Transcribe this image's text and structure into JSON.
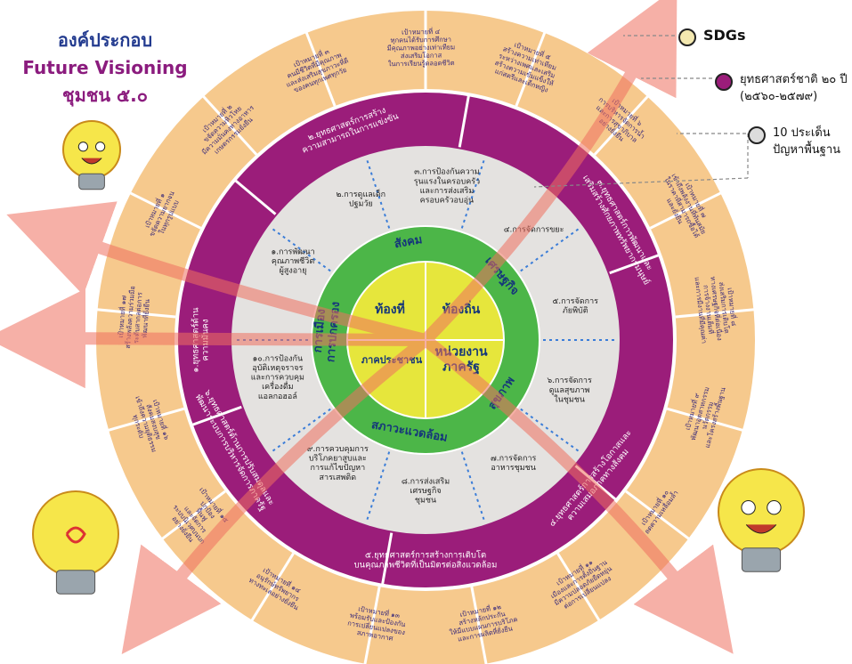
{
  "title": {
    "line1": "องค์ประกอบ",
    "line2": "Future Visioning",
    "line3": "ชุมชน ๕.๐"
  },
  "legend": [
    {
      "text": "SDGs",
      "color": "#f3e8b0"
    },
    {
      "text": "ยุทธศาสตร์ชาติ ๒๐ ปี (๒๕๖๐-๒๕๗๙)",
      "color": "#9b1d7a"
    },
    {
      "text": "10 ประเด็น ปัญหาพื้นฐาน",
      "color": "#dcdcdc"
    }
  ],
  "center": {
    "quadrants": [
      "ท้องที่",
      "ท้องถิ่น",
      "ภาคประชาชน",
      "หน่วยงาน ภาครัฐ"
    ]
  },
  "green_ring": [
    "สังคม",
    "เศรษฐกิจ",
    "สุขภาพ",
    "สภาวะแวดล้อม",
    "การเมือง การปกครอง"
  ],
  "issues": [
    "๑.การพัฒนา คุณภาพชีวิต ผู้สูงอายุ",
    "๒.การดูแลเด็ก ปฐมวัย",
    "๓.การป้องกันความ รุนแรงในครอบครัว และการส่งเสริม ครอบครัวอบอุ่น",
    "๔.การจัดการขยะ",
    "๕.การจัดการ ภัยพิบัติ",
    "๖.การจัดการ ดูแลสุขภาพ ในชุมชน",
    "๗.การจัดการ อาหารชุมชน",
    "๘.การส่งเสริม เศรษฐกิจ ชุมชน",
    "๙.การควบคุมการ บริโภคยาสูบและ การแก้ไขปัญหา สารเสพติด",
    "๑๐.การป้องกัน อุบัติเหตุจราจร และการควบคุม เครื่องดื่ม แอลกอฮอล์"
  ],
  "strategies": [
    "๑.ยุทธศาสตร์ด้าน ความมั่นคง",
    "๒.ยุทธศาสตร์การสร้าง ความสามารถในการแข่งขัน",
    "๓.ยุทธศาสตร์การพัฒนาและ เสริมสร้างศักยภาพทรัพยากรมนุษย์",
    "๔.ยุทธศาสตร์การสร้างโอกาสและ ความเสมอภาคทางสังคม",
    "๕.ยุทธศาสตร์การสร้างการเติบโต บนคุณภาพชีวิตที่เป็นมิตรต่อสิ่งแวดล้อม",
    "๖.ยุทธศาสตร์ด้านการปรับสมดุลและ พัฒนาระบบการบริหารจัดการภาครัฐ"
  ],
  "sdgs": [
    "เป้าหมายที่ ๑ ขจัดความยากจน ในทุกรูปแบบ",
    "เป้าหมายที่ ๒ ขจัดความหิวโหย มีความมั่นคงทางอาหาร เกษตรกรรมยั่งยืน",
    "เป้าหมายที่ ๓ คนมีชีวิตที่มีคุณภาพ และส่งเสริมสุขภาวะที่ดี ของคนทุกเพศทุกวัย",
    "เป้าหมายที่ ๔ ทุกคนได้รับการศึกษา มีคุณภาพอย่างเท่าเทียม ส่งเสริมโอกาส ในการเรียนรู้ตลอดชีวิต",
    "เป้าหมายที่ ๕ สร้างความเท่าเทียม ระหว่างเพศและเสริม สร้างความเข้มแข็งให้ แก่สตรีและเด็กหญิง",
    "เป้าหมายที่ ๖ การบริหารจัดการน้ำ และการสุขาภิบาล อย่างยั่งยืน",
    "เป้าหมายที่ ๗ เข้าถึงพลังงานที่ทันสมัย ในราคาที่สามารถซื้อได้ และยั่งยืน",
    "เป้าหมายที่ ๘ ส่งเสริมการเติบโต ทางเศรษฐกิจที่ต่อเนื่อง การจ้างงานเต็มที่ และการมีงานที่มีคุณค่า",
    "เป้าหมายที่ ๙ พัฒนาอุตสาหกรรม นวัตกรรม และโครงสร้างพื้นฐาน",
    "เป้าหมายที่ ๑๐ ลดความเหลื่อมล้ำ",
    "เป้าหมายที่ ๑๑ เมืองและการตั้งถิ่นฐาน มีความปลอดภัยยืดหยุ่น ต่อการเปลี่ยนแปลง",
    "เป้าหมายที่ ๑๒ สร้างหลักประกัน ให้มีแบบแผนการบริโภค และการผลิตที่ยั่งยืน",
    "เป้าหมายที่ ๑๓ พร้อมรับและป้องกัน การเปลี่ยนแปลงของ สภาพอากาศ",
    "เป้าหมายที่ ๑๔ อนุรักษ์ทรัพยากร ทางทะเลอย่างยั่งยืน",
    "เป้าหมายที่ ๑๕ ปกป้อง ฟื้นฟู และจัดการ ระบบนิเวศบนบก อย่างยั่งยืน",
    "เป้าหมายที่ ๑๖ สังคมสงบสุข เข้าถึงความยุติธรรม ทุกระดับ",
    "เป้าหมายที่ ๑๗ สร้างพลังความร่วมมือ ระดับสากลต่อการ พัฒนาที่ยั่งยืน"
  ],
  "colors": {
    "sdg_ring": "#f6c98d",
    "strategy_ring": "#9b1d7a",
    "issue_ring": "#e4e2e0",
    "green_ring": "#4cb648",
    "center": "#e6e63c",
    "arrow": "#f07060",
    "title_purple": "#8b1c7e",
    "title_blue": "#233b8f"
  }
}
